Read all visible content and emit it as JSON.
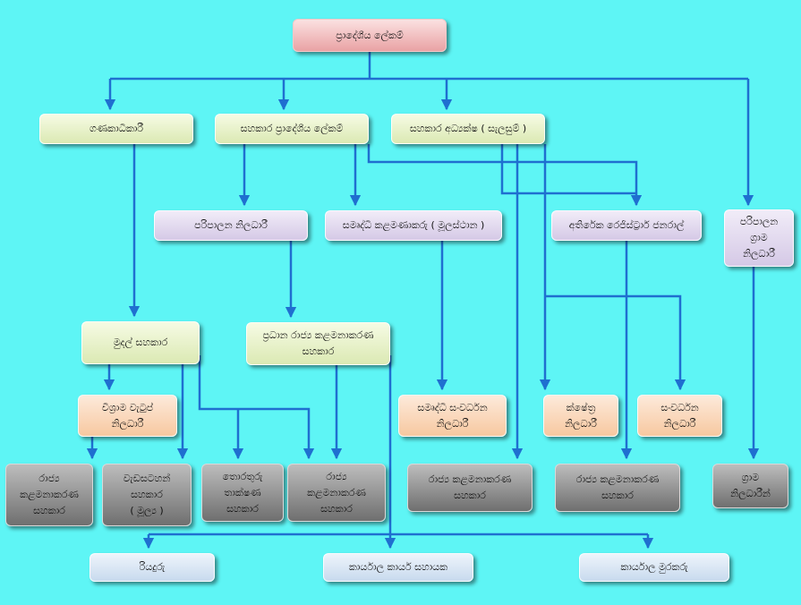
{
  "diagram": {
    "nodes": {
      "secretary": "ප්‍රාදේශීය ලේකම්",
      "accountant": "ගණකාධිකාරී",
      "asst_secretary": "සහකාර ප්‍රාදේශීය ලේකම්",
      "asst_director": "සහකාර අධ්‍යක්ෂ ( සැලසුම් )",
      "admin_officer": "පරිපාලන නිලධාරී",
      "samurdhi_manager": "සමෘද්ධි කළමණාකරු ( මූලස්ථාන )",
      "add_registrar": "අතිරේක රෙජිස්ට්‍රාර් ජනරාල්",
      "admin_gn_officer": "පරිපාලන\nග්‍රාම\nනිලධාරී",
      "finance_asst": "මුදල් සහකාර",
      "chief_mgmt_asst": "ප්‍රධාන රාජ්‍ය කළමනාකරණ\nසහකාර",
      "salary_officer": "විශ්‍රාම වැටුප්\nනිලධාරී",
      "samurdhi_dev_officer": "සමෘද්ධි සංවර්ධන\nනිලධාරී",
      "field_officer": "ක්ෂේත්‍ර\nනිලධාරී",
      "dev_officer": "සංවර්ධන\nනිලධාරී",
      "mgmt_asst_1": "රාජ්‍ය\nකළමනාකරණ\nසහකාර",
      "works_asst": "වැඩසටහන්\nසහකාර\n( මූල්‍ය )",
      "it_asst": "තොරතුරු\nතාක්ෂණ\nසහකාර",
      "mgmt_asst_2": "රාජ්‍ය\nකළමනාකරණ\nසහකාර",
      "mgmt_asst_3": "රාජ්‍ය කළමනාකරණ\nසහකාර",
      "mgmt_asst_4": "රාජ්‍ය කළමනාකරණ\nසහකාර",
      "gn_officers": "ග්‍රාම\nනිලධාරීන්",
      "driver": "රියදුරු",
      "office_worker": "කාර්යාල කාර්ය සහායක",
      "office_guard": "කාර්යාල මුරකරු"
    },
    "colors": {
      "background": "#5ef5f5",
      "connector": "#1f6fd0"
    }
  }
}
